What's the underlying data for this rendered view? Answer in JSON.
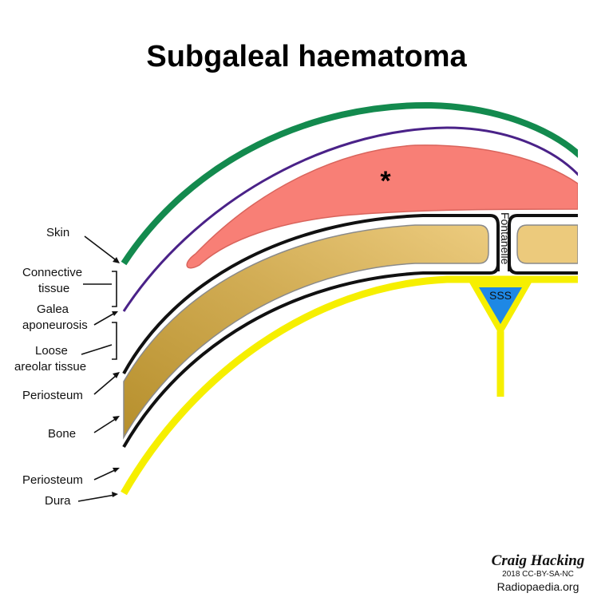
{
  "title": "Subgaleal haematoma",
  "asterisk": "*",
  "labels": {
    "skin": "Skin",
    "connective_1": "Connective",
    "connective_2": "tissue",
    "galea_1": "Galea",
    "galea_2": "aponeurosis",
    "loose_1": "Loose",
    "loose_2": "areolar tissue",
    "periosteum_outer": "Periosteum",
    "bone": "Bone",
    "periosteum_inner": "Periosteum",
    "dura": "Dura",
    "fontanelle": "Fontanelle",
    "sss": "SSS"
  },
  "credit": {
    "author": "Craig Hacking",
    "license": "2018 CC-BY-SA-NC",
    "site": "Radiopaedia.org"
  },
  "colors": {
    "skin": "#138a4e",
    "connective": "#4a2288",
    "haematoma_fill": "#f87f76",
    "haematoma_stroke": "#d9645c",
    "bone_light": "#ecca7c",
    "bone_dark": "#b9922f",
    "dura": "#f6ef00",
    "sss": "#1e88e5"
  }
}
